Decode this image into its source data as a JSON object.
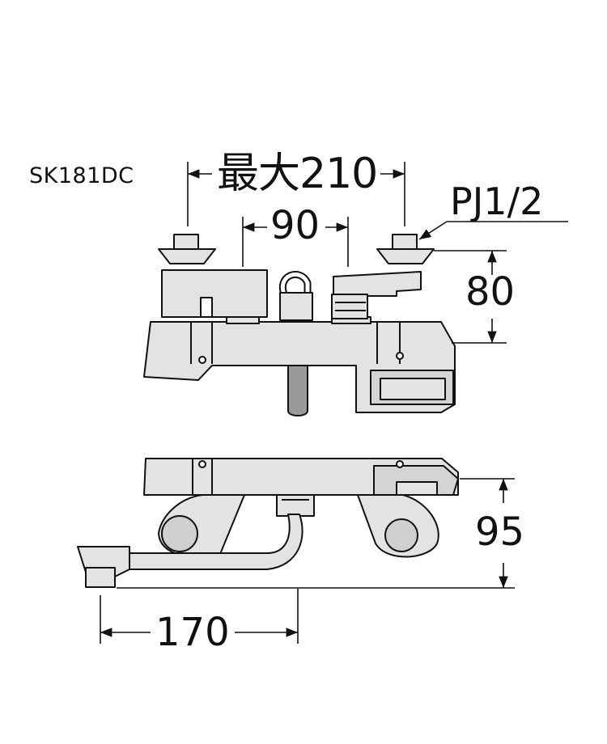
{
  "model": "SK181DC",
  "dimensions": {
    "max_width": "最大210",
    "inlet_pitch": "90",
    "height_top": "80",
    "depth_side": "95",
    "spout_length": "170",
    "thread": "PJ1/2"
  },
  "colors": {
    "line": "#111111",
    "fill": "#e3e3e3",
    "dark_fill": "#cfcfcf",
    "background": "#ffffff"
  }
}
